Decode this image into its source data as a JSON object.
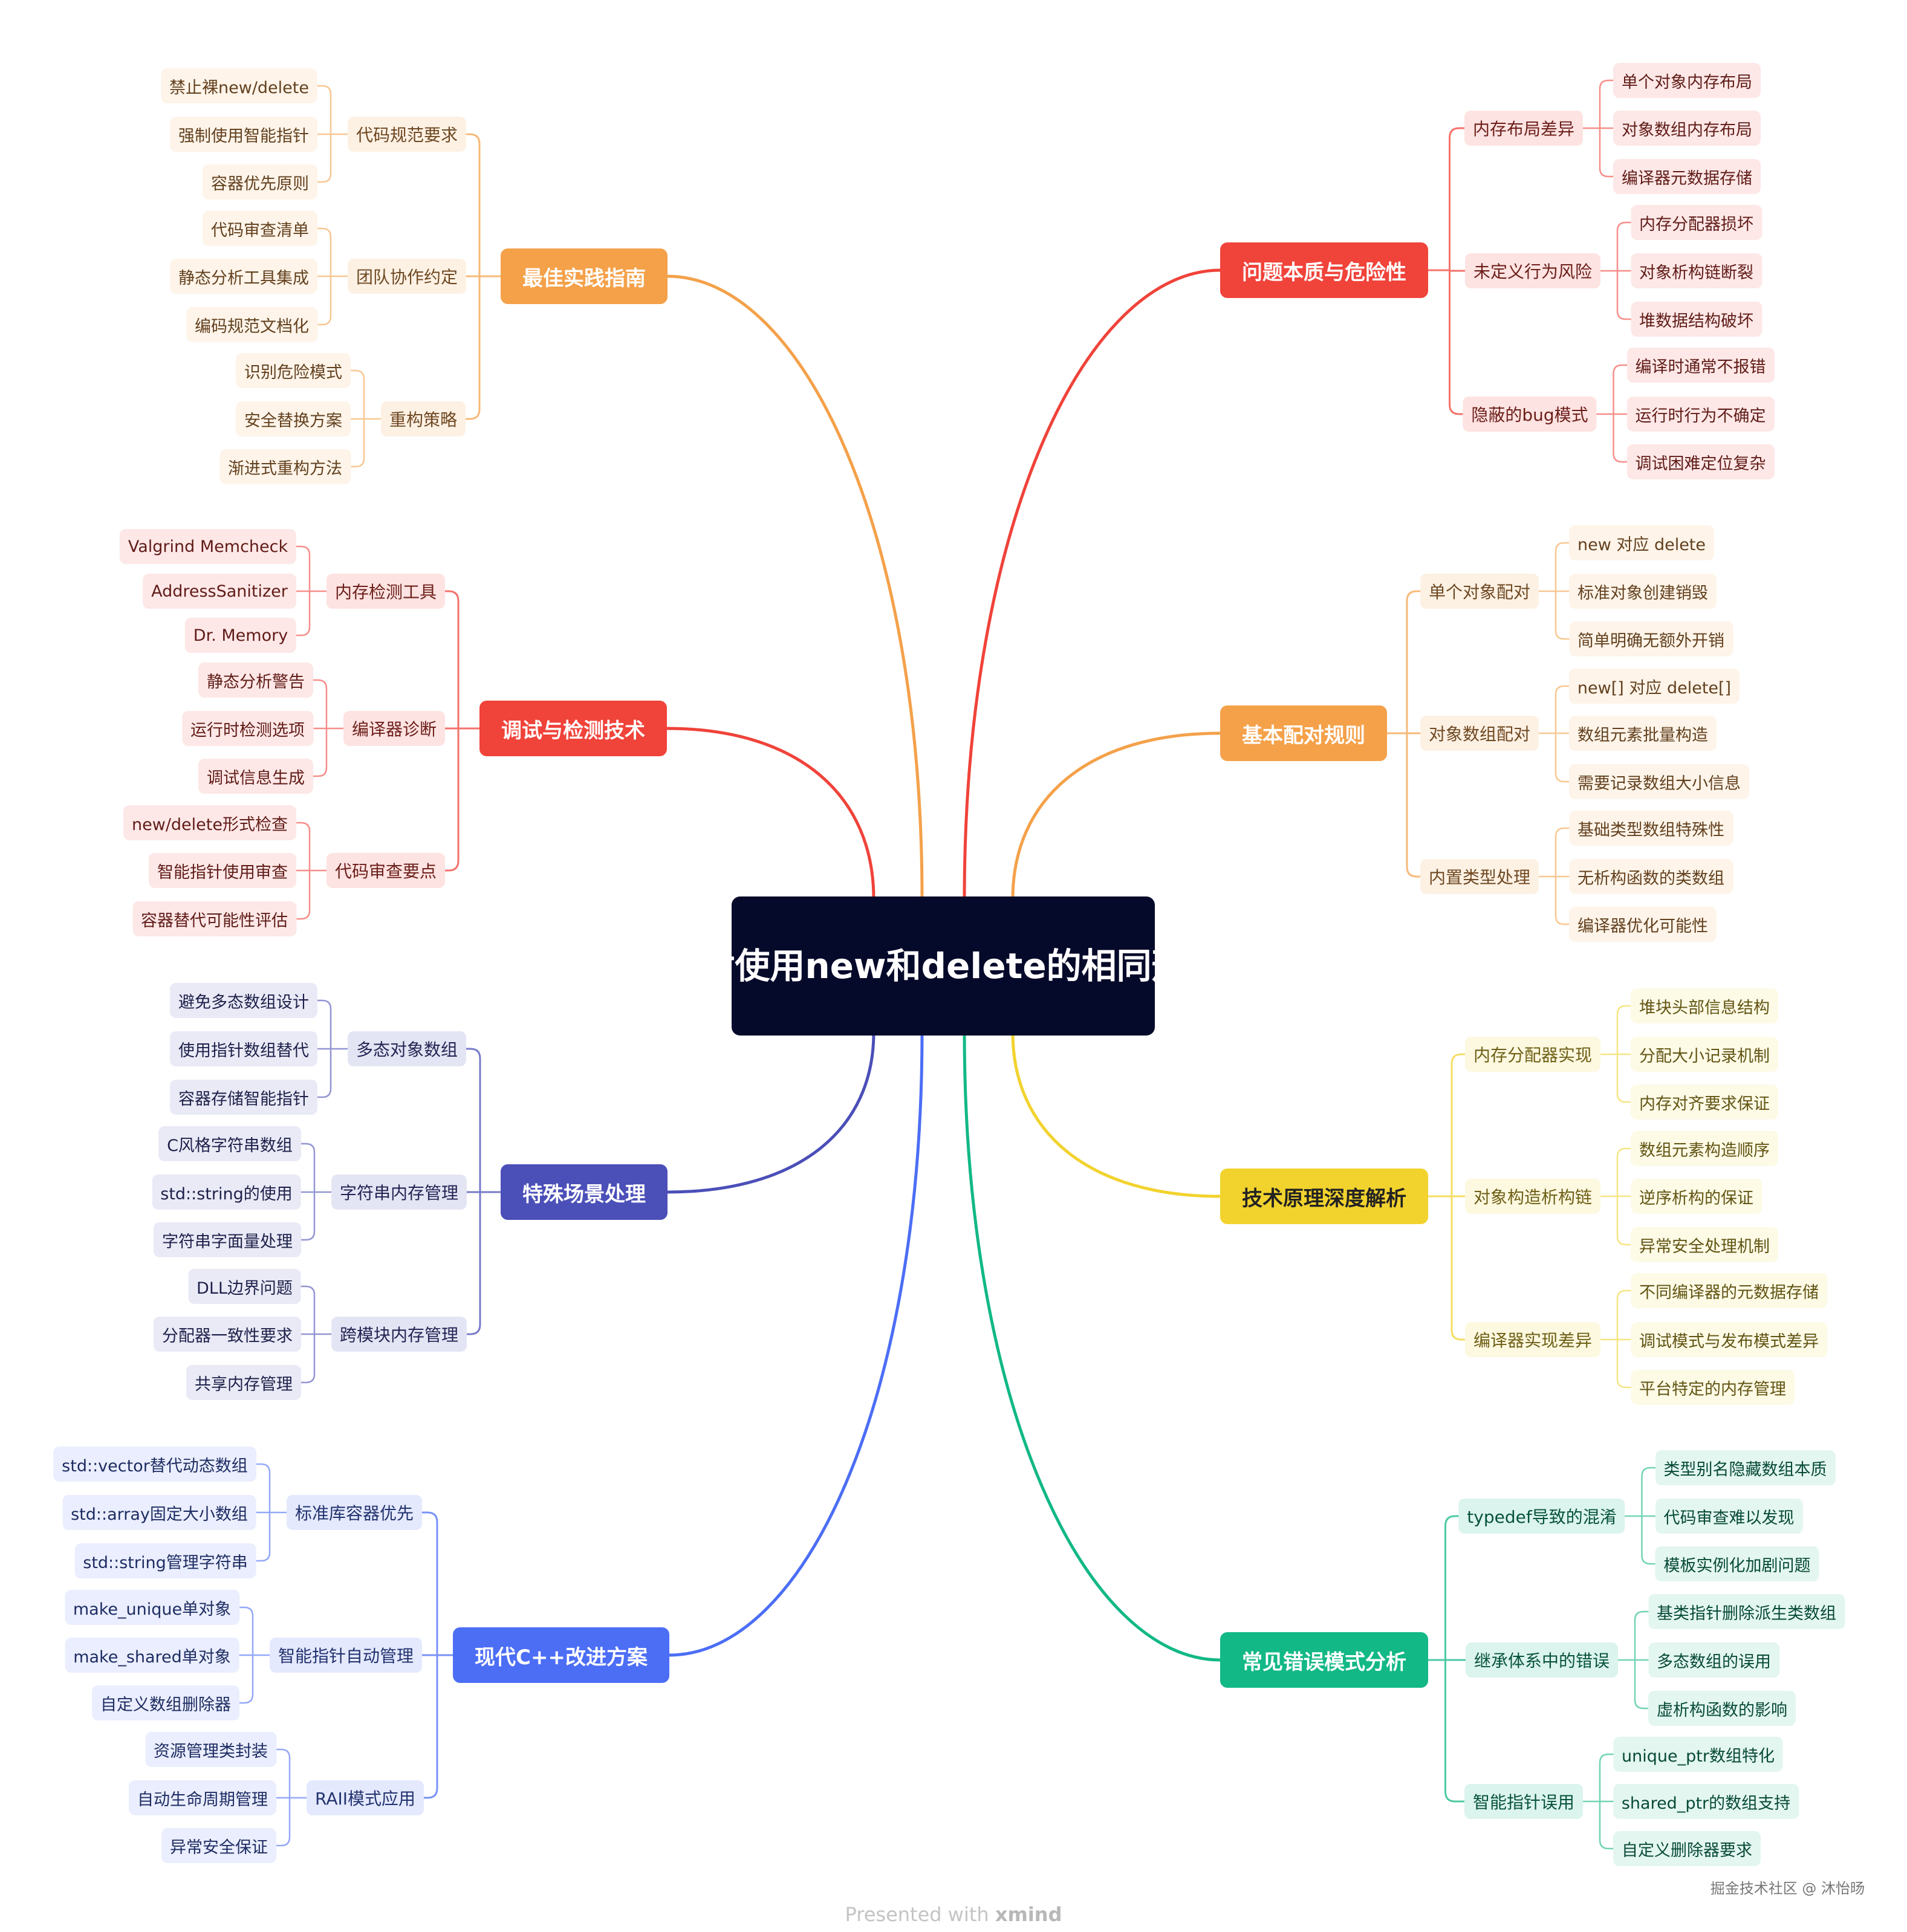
{
  "root": {
    "line1": "成对使用new和delete",
    "line2": "的相同形式"
  },
  "branches": [
    {
      "id": "b1",
      "label": "问题本质与危险性",
      "color": "#f0433a",
      "subs": [
        {
          "label": "内存布局差异",
          "leaves": [
            "单个对象内存布局",
            "对象数组内存布局",
            "编译器元数据存储"
          ]
        },
        {
          "label": "未定义行为风险",
          "leaves": [
            "内存分配器损坏",
            "对象析构链断裂",
            "堆数据结构破坏"
          ]
        },
        {
          "label": "隐蔽的bug模式",
          "leaves": [
            "编译时通常不报错",
            "运行时行为不确定",
            "调试困难定位复杂"
          ]
        }
      ]
    },
    {
      "id": "b2",
      "label": "基本配对规则",
      "color": "#f4a14a",
      "subs": [
        {
          "label": "单个对象配对",
          "leaves": [
            "new 对应 delete",
            "标准对象创建销毁",
            "简单明确无额外开销"
          ]
        },
        {
          "label": "对象数组配对",
          "leaves": [
            "new[] 对应 delete[]",
            "数组元素批量构造",
            "需要记录数组大小信息"
          ]
        },
        {
          "label": "内置类型处理",
          "leaves": [
            "基础类型数组特殊性",
            "无析构函数的类数组",
            "编译器优化可能性"
          ]
        }
      ]
    },
    {
      "id": "b3",
      "label": "技术原理深度解析",
      "color": "#f2d32e",
      "subs": [
        {
          "label": "内存分配器实现",
          "leaves": [
            "堆块头部信息结构",
            "分配大小记录机制",
            "内存对齐要求保证"
          ]
        },
        {
          "label": "对象构造析构链",
          "leaves": [
            "数组元素构造顺序",
            "逆序析构的保证",
            "异常安全处理机制"
          ]
        },
        {
          "label": "编译器实现差异",
          "leaves": [
            "不同编译器的元数据存储",
            "调试模式与发布模式差异",
            "平台特定的内存管理"
          ]
        }
      ]
    },
    {
      "id": "b4",
      "label": "常见错误模式分析",
      "color": "#12b886",
      "subs": [
        {
          "label": "typedef导致的混淆",
          "leaves": [
            "类型别名隐藏数组本质",
            "代码审查难以发现",
            "模板实例化加剧问题"
          ]
        },
        {
          "label": "继承体系中的错误",
          "leaves": [
            "基类指针删除派生类数组",
            "多态数组的误用",
            "虚析构函数的影响"
          ]
        },
        {
          "label": "智能指针误用",
          "leaves": [
            "unique_ptr数组特化",
            "shared_ptr的数组支持",
            "自定义删除器要求"
          ]
        }
      ]
    },
    {
      "id": "b5",
      "label": "最佳实践指南",
      "color": "#f4a14a",
      "subs": [
        {
          "label": "代码规范要求",
          "leaves": [
            "禁止裸new/delete",
            "强制使用智能指针",
            "容器优先原则"
          ]
        },
        {
          "label": "团队协作约定",
          "leaves": [
            "代码审查清单",
            "静态分析工具集成",
            "编码规范文档化"
          ]
        },
        {
          "label": "重构策略",
          "leaves": [
            "识别危险模式",
            "安全替换方案",
            "渐进式重构方法"
          ]
        }
      ]
    },
    {
      "id": "b6",
      "label": "调试与检测技术",
      "color": "#f0433a",
      "subs": [
        {
          "label": "内存检测工具",
          "leaves": [
            "Valgrind Memcheck",
            "AddressSanitizer",
            "Dr. Memory"
          ]
        },
        {
          "label": "编译器诊断",
          "leaves": [
            "静态分析警告",
            "运行时检测选项",
            "调试信息生成"
          ]
        },
        {
          "label": "代码审查要点",
          "leaves": [
            "new/delete形式检查",
            "智能指针使用审查",
            "容器替代可能性评估"
          ]
        }
      ]
    },
    {
      "id": "b7",
      "label": "特殊场景处理",
      "color": "#4b4fb8",
      "subs": [
        {
          "label": "多态对象数组",
          "leaves": [
            "避免多态数组设计",
            "使用指针数组替代",
            "容器存储智能指针"
          ]
        },
        {
          "label": "字符串内存管理",
          "leaves": [
            "C风格字符串数组",
            "std::string的使用",
            "字符串字面量处理"
          ]
        },
        {
          "label": "跨模块内存管理",
          "leaves": [
            "DLL边界问题",
            "分配器一致性要求",
            "共享内存管理"
          ]
        }
      ]
    },
    {
      "id": "b8",
      "label": "现代C++改进方案",
      "color": "#4c6ef5",
      "subs": [
        {
          "label": "标准库容器优先",
          "leaves": [
            "std::vector替代动态数组",
            "std::array固定大小数组",
            "std::string管理字符串"
          ]
        },
        {
          "label": "智能指针自动管理",
          "leaves": [
            "make_unique单对象",
            "make_shared单对象",
            "自定义数组删除器"
          ]
        },
        {
          "label": "RAII模式应用",
          "leaves": [
            "资源管理类封装",
            "自动生命周期管理",
            "异常安全保证"
          ]
        }
      ]
    }
  ],
  "credits": {
    "presented": "Presented with",
    "brand": "xmind",
    "source": "掘金技术社区 @ 沐怡旸"
  }
}
